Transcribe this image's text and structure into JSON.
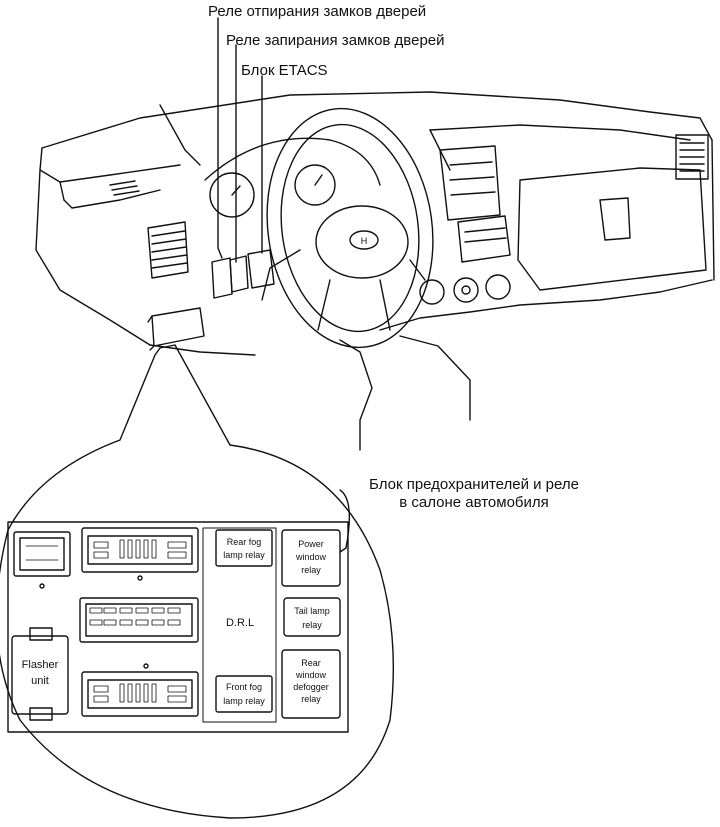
{
  "callouts": {
    "unlock_relay": "Реле отпирания замков дверей",
    "lock_relay": "Реле запирания замков дверей",
    "etacs": "Блок ETACS",
    "fuse_box_line1": "Блок предохранителей и реле",
    "fuse_box_line2": "в салоне автомобиля"
  },
  "fuse_box": {
    "rear_fog_1": "Rear fog",
    "rear_fog_2": "lamp relay",
    "power_window_1": "Power",
    "power_window_2": "window",
    "power_window_3": "relay",
    "drl": "D.R.L",
    "tail_lamp_1": "Tail lamp",
    "tail_lamp_2": "relay",
    "flasher_1": "Flasher",
    "flasher_2": "unit",
    "front_fog_1": "Front fog",
    "front_fog_2": "lamp relay",
    "rear_defogger_1": "Rear",
    "rear_defogger_2": "window",
    "rear_defogger_3": "defogger",
    "rear_defogger_4": "relay"
  },
  "logo": "H"
}
